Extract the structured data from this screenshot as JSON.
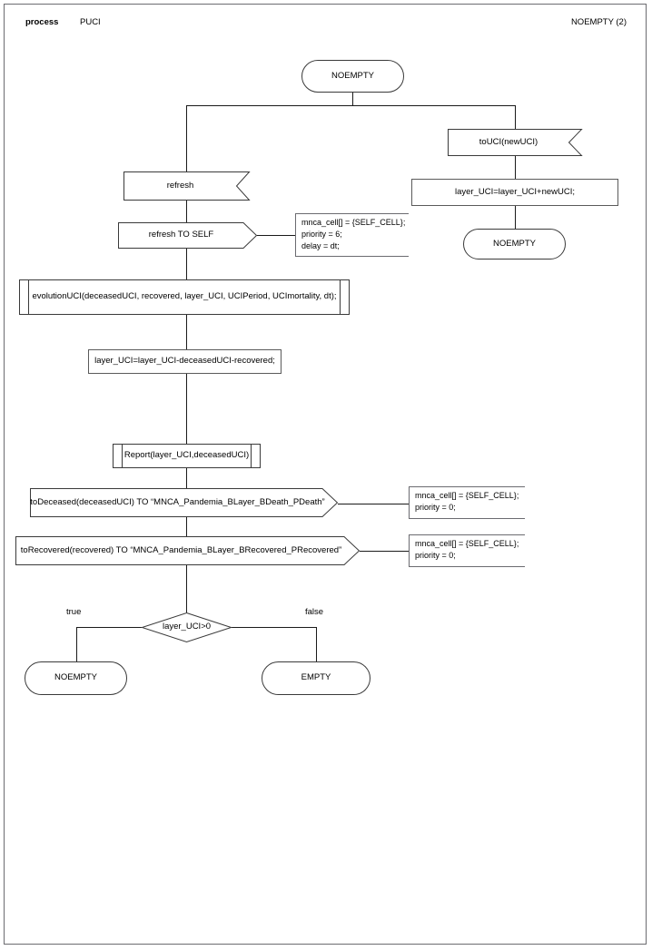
{
  "header": {
    "kind": "process",
    "name": "PUCI",
    "page": "NOEMPTY (2)"
  },
  "nodes": {
    "start_state": "NOEMPTY",
    "in_touci": "toUCI(newUCI)",
    "task_add": "layer_UCI=layer_UCI+newUCI;",
    "end_noempty_right": "NOEMPTY",
    "in_refresh": "refresh",
    "out_refresh_self": "refresh TO SELF",
    "proc_evolution": "evolutionUCI(deceasedUCI, recovered, layer_UCI, UCIPeriod, UCImortality, dt);",
    "task_sub": "layer_UCI=layer_UCI-deceasedUCI-recovered;",
    "proc_report": "Report(layer_UCI,deceasedUCI)",
    "out_deceased": "toDeceased(deceasedUCI) TO “MNCA_Pandemia_BLayer_BDeath_PDeath”",
    "out_recovered": "toRecovered(recovered) TO “MNCA_Pandemia_BLayer_BRecovered_PRecovered”",
    "decision": "layer_UCI>0",
    "end_noempty_true": "NOEMPTY",
    "end_empty_false": "EMPTY"
  },
  "branch_labels": {
    "true": "true",
    "false": "false"
  },
  "notes": {
    "refresh_note": [
      "mnca_cell[] = {SELF_CELL};",
      "priority = 6;",
      "delay = dt;"
    ],
    "deceased_note": [
      "mnca_cell[] = {SELF_CELL};",
      "priority = 0;"
    ],
    "recovered_note": [
      "mnca_cell[] = {SELF_CELL};",
      "priority = 0;"
    ]
  },
  "colors": {
    "page_background": "#ffffff",
    "frame_border": "#6b6b70",
    "shape_stroke": "#3a3a3a",
    "connector": "#1a1a1a",
    "text": "#000000"
  }
}
